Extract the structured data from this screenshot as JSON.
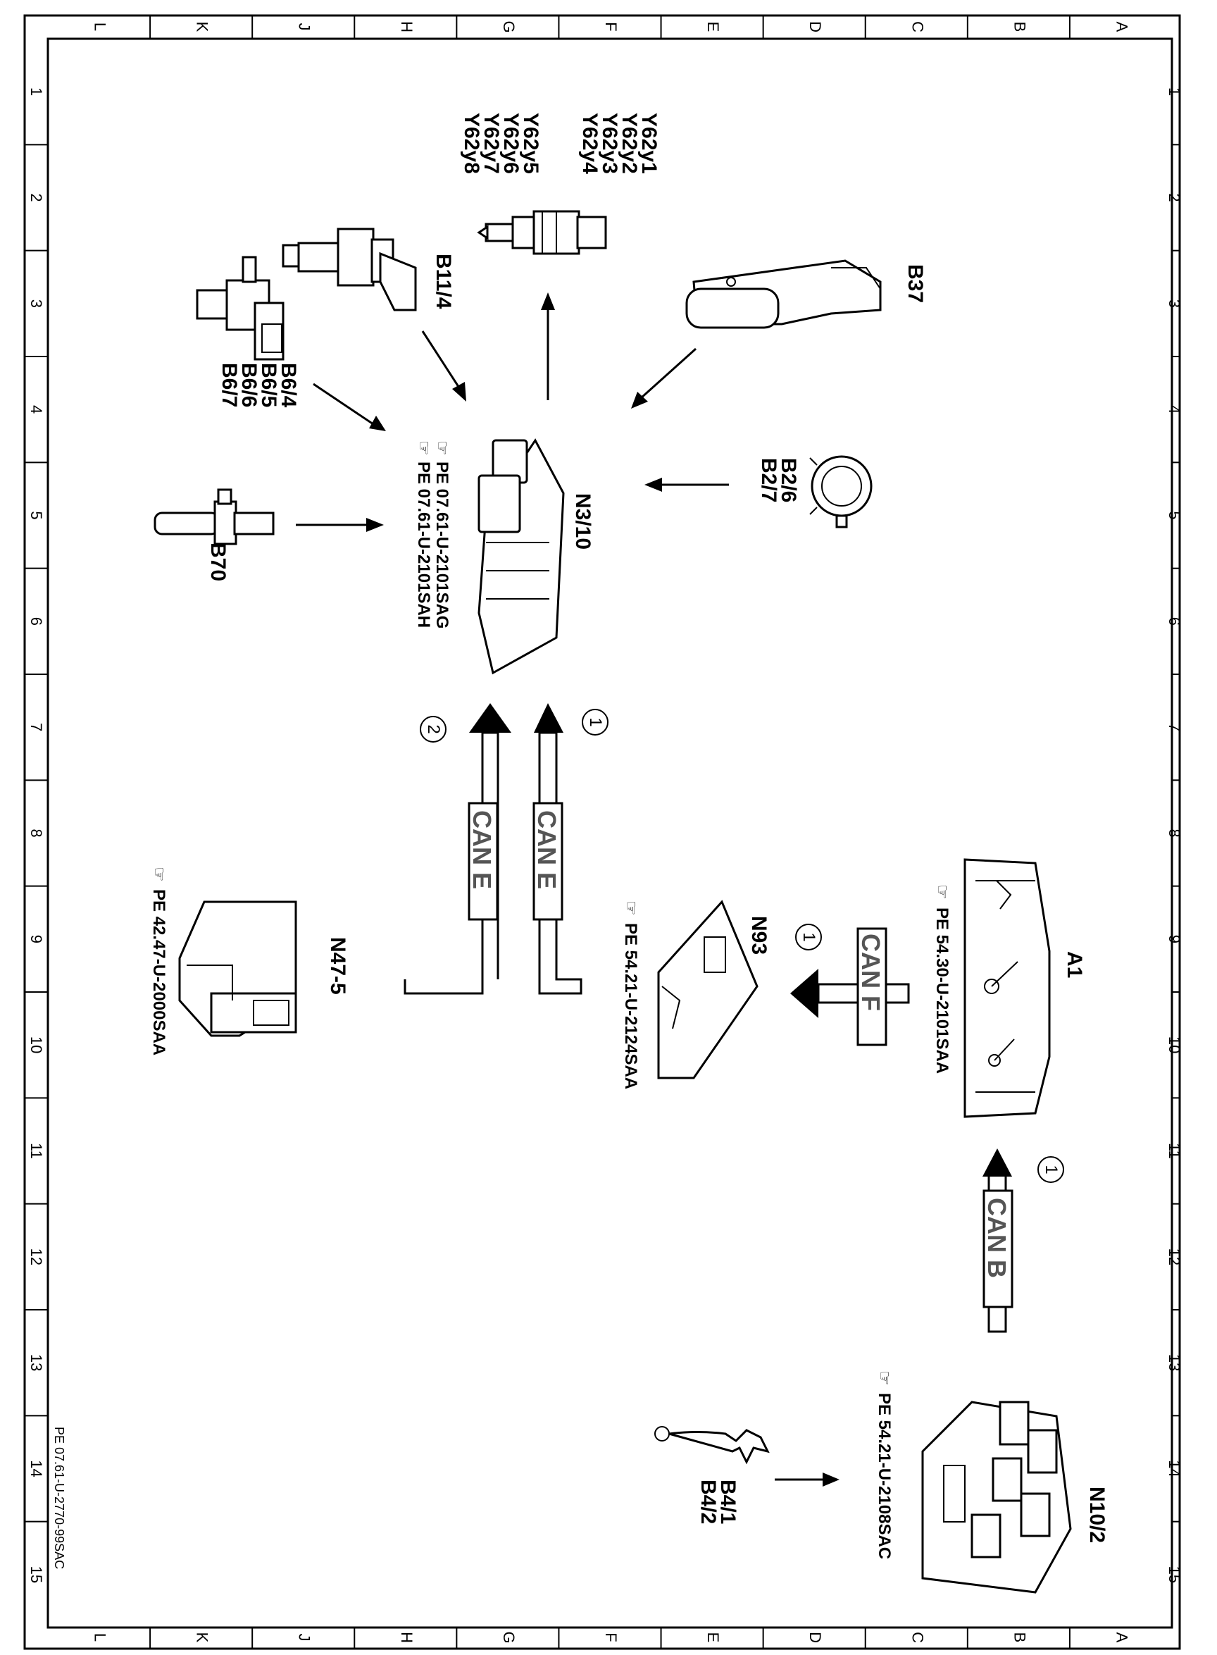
{
  "border": {
    "letters": [
      "L",
      "K",
      "J",
      "H",
      "G",
      "F",
      "E",
      "D",
      "C",
      "B",
      "A"
    ],
    "numbers": [
      "1",
      "2",
      "3",
      "4",
      "5",
      "6",
      "7",
      "8",
      "9",
      "10",
      "11",
      "12",
      "13",
      "14",
      "15"
    ]
  },
  "document_id": "PE 07.61-U-2770-99SAC",
  "components": {
    "Y62": [
      "Y62y1",
      "Y62y2",
      "Y62y3",
      "Y62y4",
      "Y62y5",
      "Y62y6",
      "Y62y7",
      "Y62y8"
    ],
    "B11_4": "B11/4",
    "B6": [
      "B6/4",
      "B6/5",
      "B6/6",
      "B6/7"
    ],
    "B37": "B37",
    "B70": "B70",
    "N3_10": "N3/10",
    "N3_10_refs": [
      "PE  07.61-U-2101SAG",
      "PE  07.61-U-2101SAH"
    ],
    "B2": [
      "B2/6",
      "B2/7"
    ],
    "N47_5": "N47-5",
    "N47_5_ref": "PE  42.47-U-2000SAA",
    "N93": "N93",
    "N93_ref": "PE  54.21-U-2124SAA",
    "A1": "A1",
    "A1_ref": "PE  54.30-U-2101SAA",
    "N10_2": "N10/2",
    "N10_2_ref": "PE  54.21-U-2108SAC",
    "B4": [
      "B4/1",
      "B4/2"
    ]
  },
  "buses": {
    "can_e_1": "CAN E",
    "can_e_2": "CAN E",
    "can_f": "CAN F",
    "can_b": "CAN B"
  },
  "markers": {
    "m1_top": "1",
    "m2_top": "2",
    "m1_n93": "1",
    "m1_a1": "1"
  }
}
